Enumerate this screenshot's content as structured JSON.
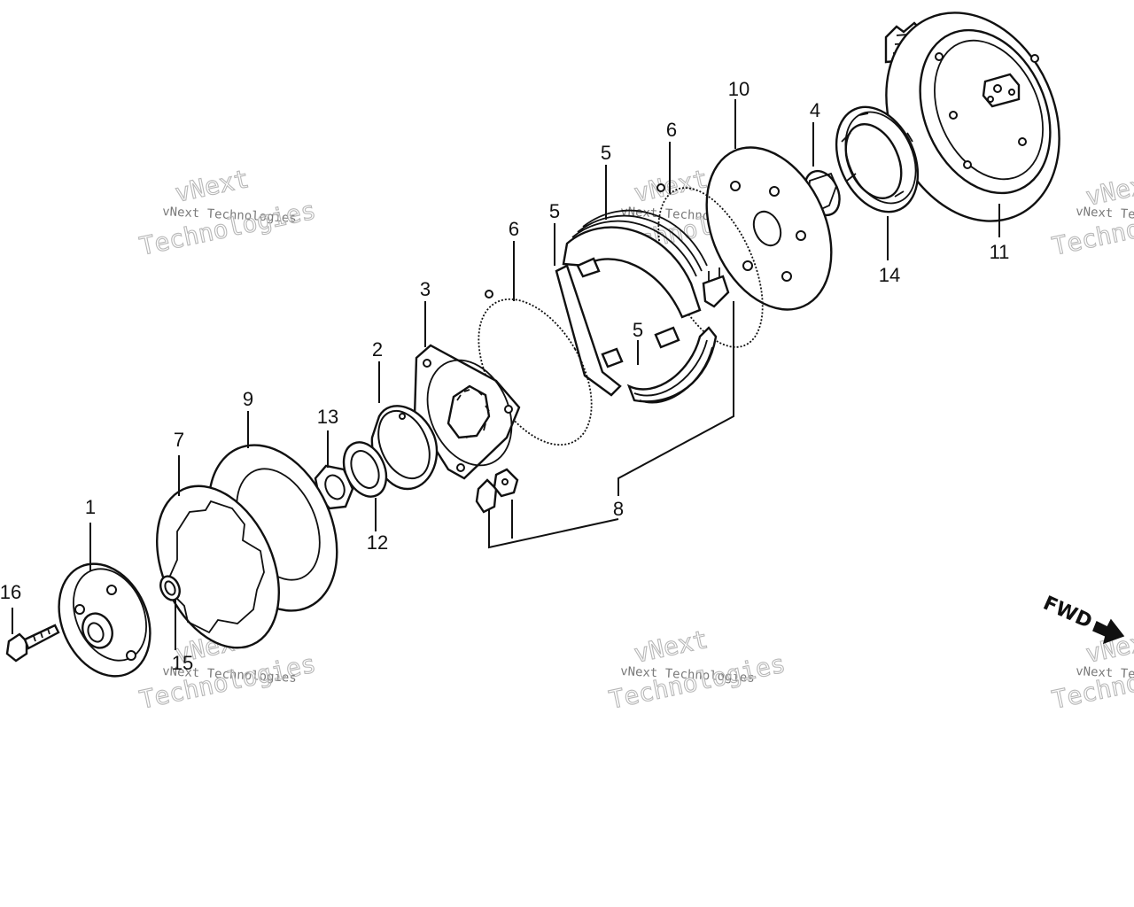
{
  "diagram": {
    "callouts": {
      "p1": "1",
      "p2": "2",
      "p3": "3",
      "p4": "4",
      "p5a": "5",
      "p5b": "5",
      "p5c": "5",
      "p6a": "6",
      "p6b": "6",
      "p7": "7",
      "p8": "8",
      "p9": "9",
      "p10": "10",
      "p11": "11",
      "p12": "12",
      "p13": "13",
      "p14": "14",
      "p15": "15",
      "p16": "16"
    },
    "direction_label": "FWD",
    "watermarks": [
      {
        "line1": "vNext",
        "line2": "vNext Technologies",
        "line3": "Technologies"
      },
      {
        "line1": "vNext",
        "line2": "vNext Technologies",
        "line3": "Technologies"
      },
      {
        "line1": "vNext",
        "line2": "vNext Technologies",
        "line3": "Technologies"
      },
      {
        "line1": "vNext",
        "line2": "vNext Technologies",
        "line3": "Technologies"
      },
      {
        "line1": "vNext",
        "line2": "vNext Technologies",
        "line3": "Technologies"
      },
      {
        "line1": "vNext",
        "line2": "vNext Technologies",
        "line3": "Technologies"
      }
    ],
    "colors": {
      "ink": "#111111",
      "background": "#ffffff",
      "watermark": "#b8b8b8"
    }
  }
}
